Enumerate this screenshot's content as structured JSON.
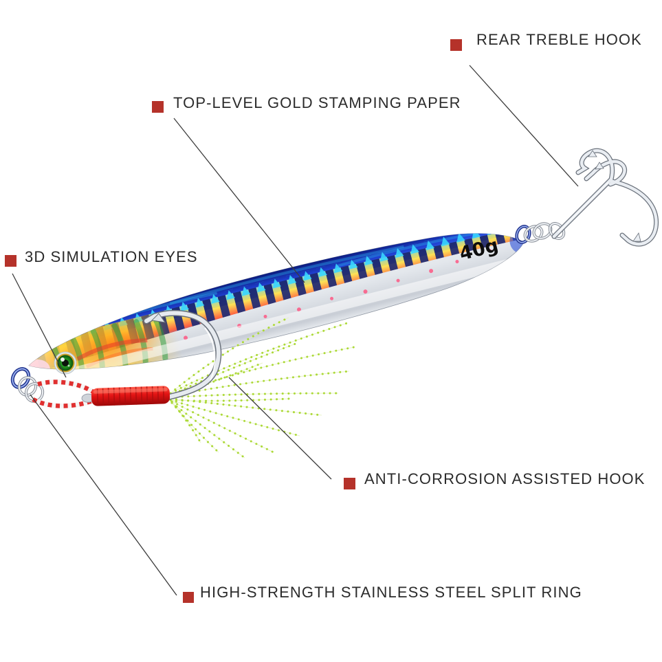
{
  "page": {
    "background_color": "#ffffff"
  },
  "callouts": {
    "marker_color": "#b5322a",
    "text_color": "#2b2b2b",
    "items": [
      {
        "id": "rear-treble-hook",
        "text": "REAR TREBLE HOOK"
      },
      {
        "id": "gold-stamping-paper",
        "text": "TOP-LEVEL GOLD STAMPING PAPER"
      },
      {
        "id": "3d-simulation-eyes",
        "text": "3D SIMULATION EYES"
      },
      {
        "id": "anti-corrosion-assisted-hook",
        "text": "ANTI-CORROSION ASSISTED HOOK"
      },
      {
        "id": "stainless-split-ring",
        "text": "HIGH-STRENGTH STAINLESS STEEL SPLIT RING"
      }
    ]
  },
  "lure": {
    "weight_label": "40g",
    "colors": {
      "body_blue_top": "#1f3fd0",
      "holo_bar_navy": "#151e6a",
      "body_silver": "#dfe3e9",
      "head_gold": "#ffc31e",
      "eye_green": "#2fae2f",
      "cord_red": "#e03030",
      "wrap_red": "#e31414",
      "tinsel_chartreuse": "#a9d830",
      "hook_steel": "#e9edf2"
    }
  }
}
